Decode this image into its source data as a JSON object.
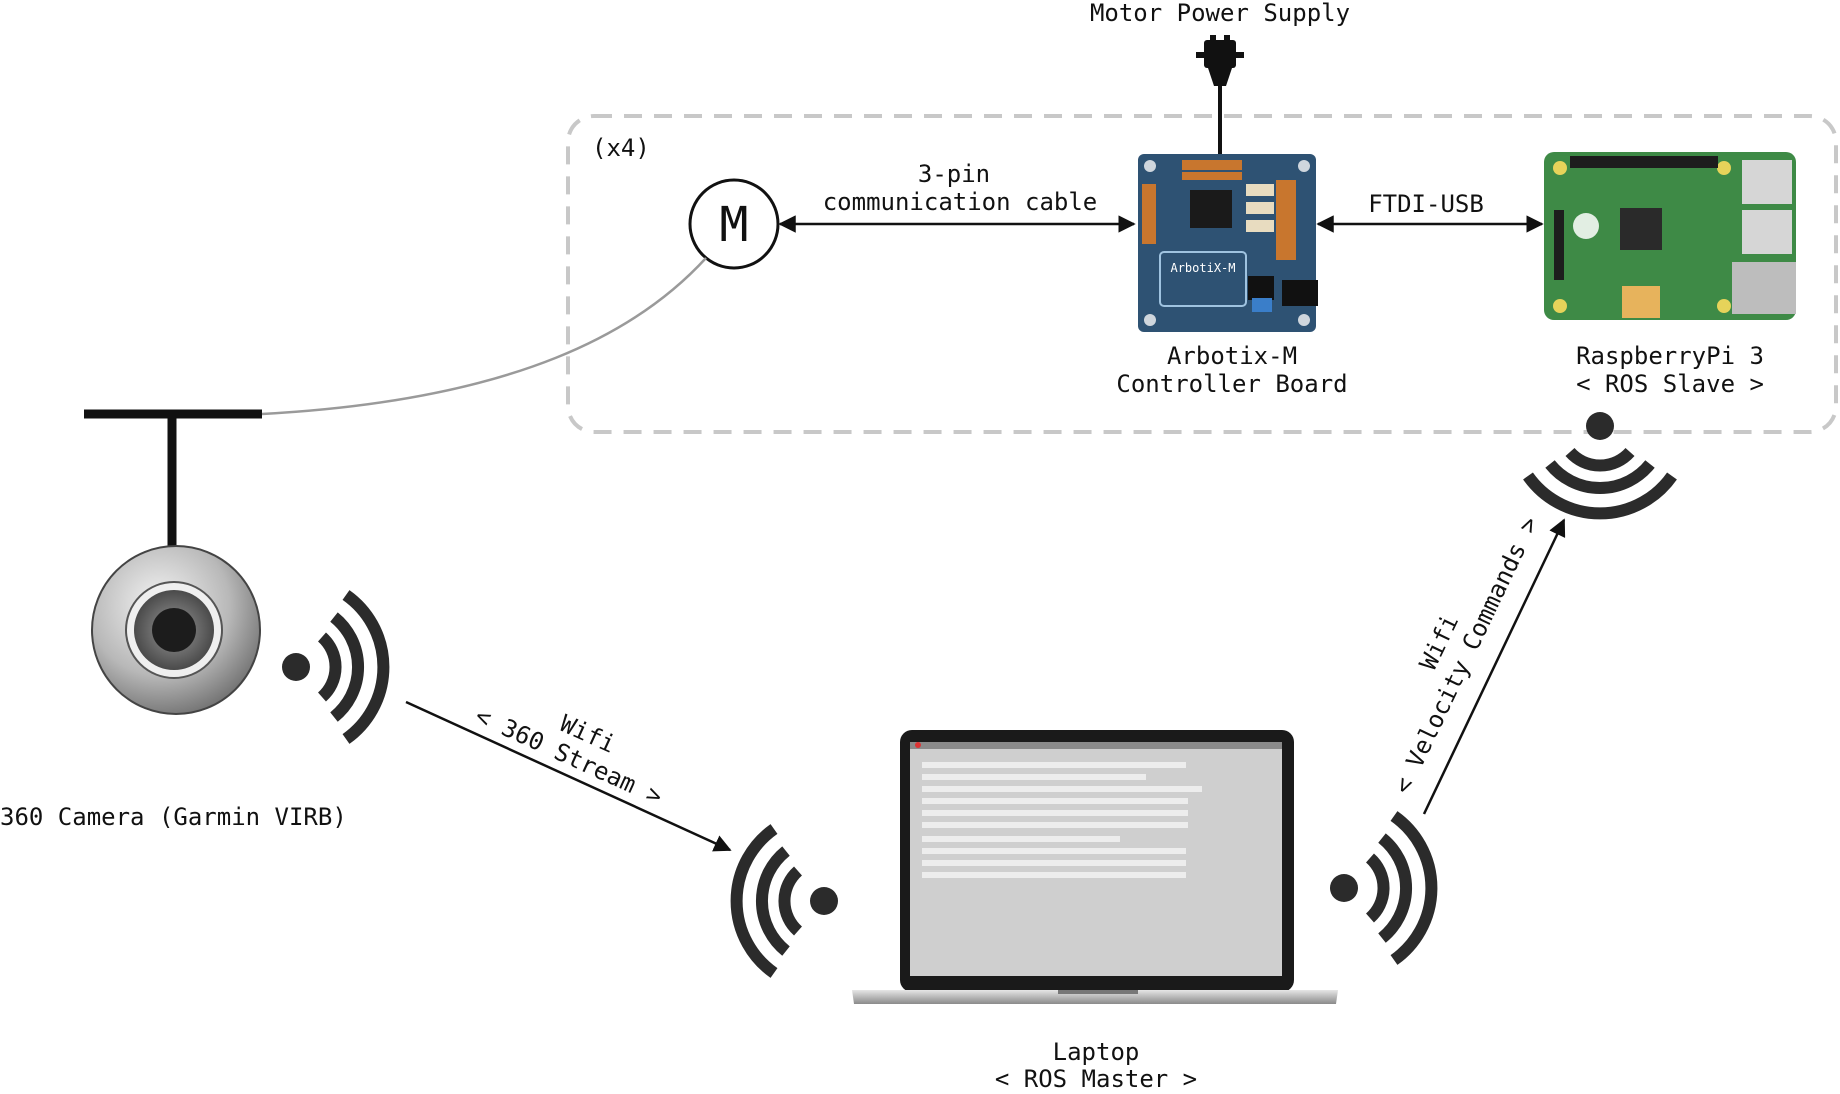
{
  "labels": {
    "motor_power_supply": "Motor Power Supply",
    "multiplier": "(x4)",
    "motor_symbol": "M",
    "cable_line1": "3-pin",
    "cable_line2": "communication cable",
    "ftdi_usb": "FTDI-USB",
    "arbotix_line1": "Arbotix-M",
    "arbotix_line2": "Controller Board",
    "rpi_line1": "RaspberryPi 3",
    "rpi_line2": "< ROS Slave >",
    "camera": "360 Camera (Garmin VIRB)",
    "stream_line1": "Wifi",
    "stream_line2": "< 360 Stream >",
    "velocity_line1": "Wifi",
    "velocity_line2": "< Velocity Commands >",
    "laptop_line1": "Laptop",
    "laptop_line2": "< ROS Master >",
    "board_brand": "ArbotiX-M"
  },
  "colors": {
    "ink": "#111111",
    "dashed_group": "#c8c8c8",
    "arbotix_board": "#2e5273",
    "rpi_board": "#3e8a46",
    "laptop_screen": "#cfcfcf",
    "wifi": "#2b2b2b"
  },
  "icons": {
    "plug": "power-plug-icon",
    "camera": "camera-icon",
    "wifi": "wifi-icon",
    "laptop": "laptop-icon"
  }
}
